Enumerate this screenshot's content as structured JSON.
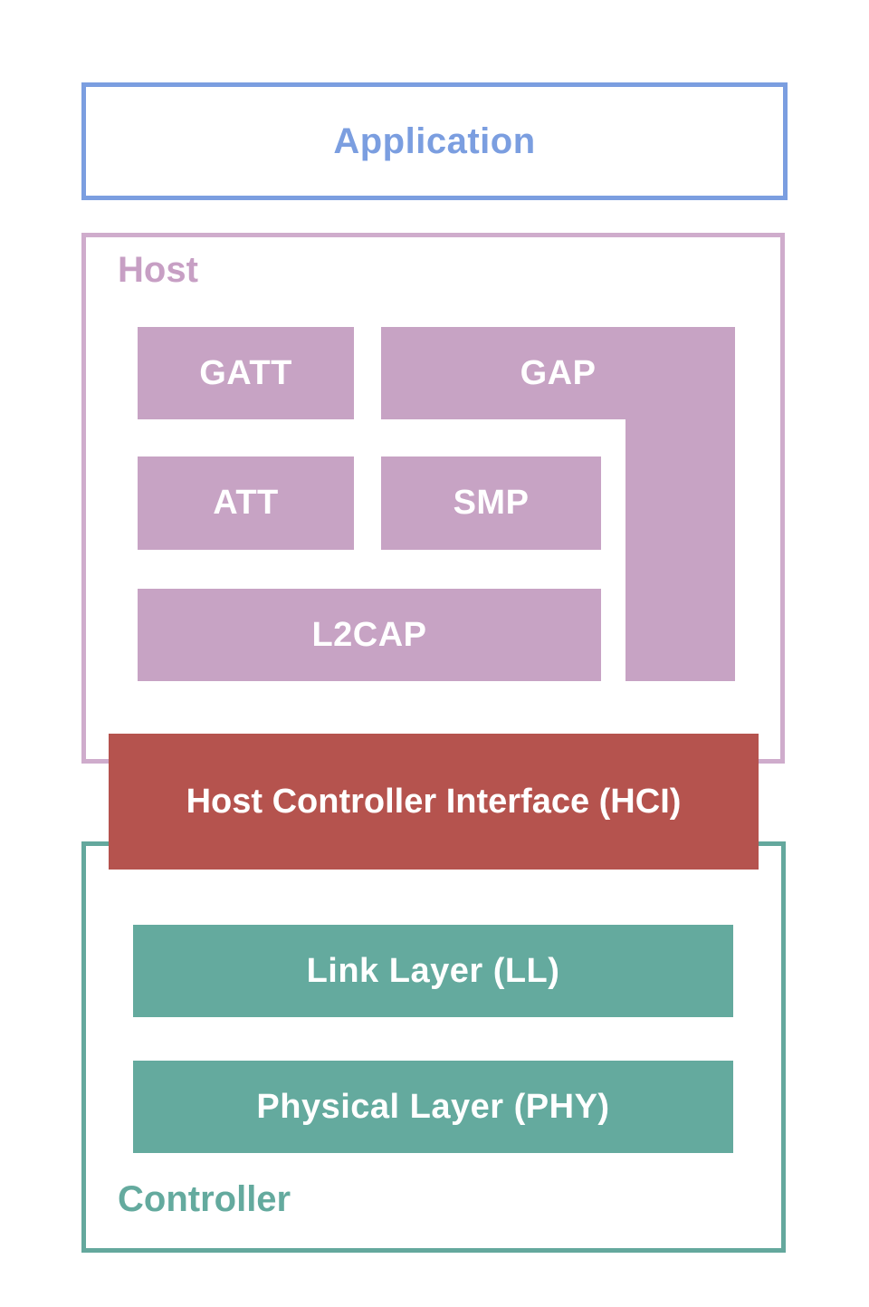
{
  "colors": {
    "application_accent": "#7B9EE0",
    "host_border": "#CFACCC",
    "host_label": "#C79FC4",
    "host_block_fill": "#C7A3C4",
    "hci_fill": "#B5534E",
    "controller_accent": "#64AA9E",
    "block_text": "#FFFFFF",
    "background": "#FFFFFF"
  },
  "application": {
    "label": "Application"
  },
  "host": {
    "label": "Host",
    "blocks": {
      "gatt": "GATT",
      "gap": "GAP",
      "att": "ATT",
      "smp": "SMP",
      "l2cap": "L2CAP"
    }
  },
  "hci": {
    "label": "Host Controller Interface (HCI)"
  },
  "controller": {
    "label": "Controller",
    "blocks": {
      "link_layer": "Link Layer (LL)",
      "physical_layer": "Physical Layer (PHY)"
    }
  }
}
